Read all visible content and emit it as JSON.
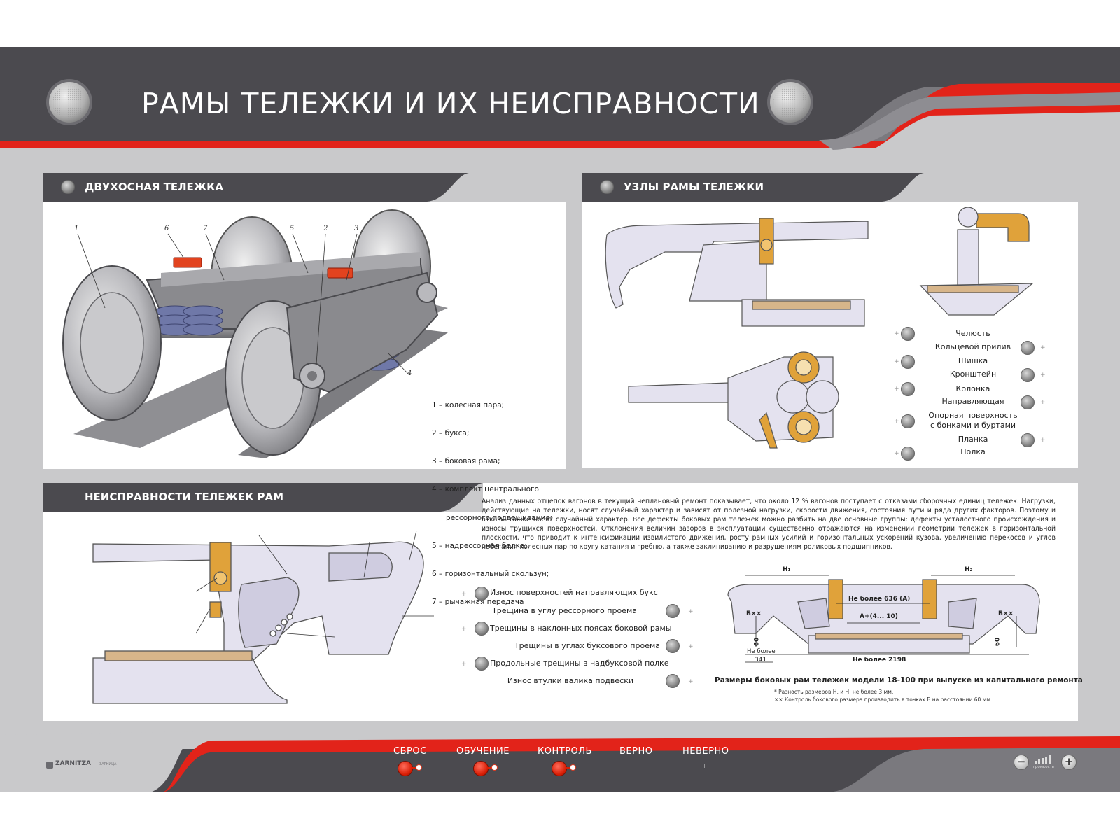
{
  "header": {
    "title": "РАМЫ ТЕЛЕЖКИ И ИХ НЕИСПРАВНОСТИ"
  },
  "panel_bogie": {
    "title": "ДВУХОСНАЯ ТЕЛЕЖКА",
    "callouts": [
      "1",
      "6",
      "7",
      "5",
      "2",
      "3",
      "4"
    ],
    "legend": [
      "1 – колесная пара;",
      "2 – букса;",
      "3 – боковая рама;",
      "4 – комплект центрального",
      "      рессорного подвешивания;",
      "5 – надрессорная балка;",
      "6 – горизонтальный скользун;",
      "7 – рычажная передача"
    ]
  },
  "panel_nodes": {
    "title": "УЗЛЫ РАМЫ ТЕЛЕЖКИ",
    "labels": [
      "Челюсть",
      "Кольцевой прилив",
      "Шишка",
      "Кронштейн",
      "Колонка",
      "Направляющая",
      "Опорная поверхность\nс бонками и буртами",
      "Планка",
      "Полка"
    ]
  },
  "panel_defects": {
    "title": "НЕИСПРАВНОСТИ ТЕЛЕЖЕК РАМ",
    "analysis": "Анализ данных отцепок вагонов в текущий неплановый ремонт показывает, что около 12 % вагонов поступает с отказами сборочных единиц тележек. Нагрузки, действующие на тележки, носят случайный характер и зависят от полезной нагрузки, скорости движения, состояния пути и ряда других факторов. Поэтому и отказы также носят случайный характер. Все дефекты боковых рам тележек можно разбить на две основные группы: дефекты усталостного происхождения и износы трущихся поверхностей. Отклонения величин зазоров в эксплуатации существенно отражаются на изменении геометрии тележек в горизонтальной плоскости, что приводит  к интенсификации извилистого движения, росту рамных усилий и горизонтальных ускорений кузова, увеличению перекосов и углов набегания колесных пар по кругу катания и гребню, а также заклиниванию и разрушениям роликовых подшипников.",
    "defects": [
      "Износ поверхностей направляющих букс",
      "Трещина в углу рессорного проема",
      "Трещины в наклонных поясах боковой рамы",
      "Трещины в углах буксового проема",
      "Продольные трещины в надбуксовой полке",
      "Износ втулки валика подвески"
    ],
    "dimensions": {
      "h1": "H₁",
      "h2": "H₂",
      "max636": "Не более 636 (А)",
      "a_range": "А+(4... 10)",
      "b_left": "Б××",
      "b_right": "Б××",
      "v60_left": "60",
      "v60_right": "60",
      "max_left": "Не более",
      "v341": "341",
      "max2198": "Не более 2198"
    },
    "caption": "Размеры  боковых рам тележек модели 18-100 при выпуске из капитального ремонта",
    "notes": [
      "*    Разность размеров Н, и Н, не более 3 мм.",
      "××   Контроль бокового размера производить в точках Б на расстоянии 60 мм."
    ]
  },
  "footer": {
    "logo": "ZARNITZA",
    "logo_sub": "ЗАРНИЦА",
    "controls": [
      "СБРОС",
      "ОБУЧЕНИЕ",
      "КОНТРОЛЬ",
      "ВЕРНО",
      "НЕВЕРНО"
    ],
    "volume_label": "громкость",
    "volume_minus": "−",
    "volume_plus": "+"
  },
  "colors": {
    "dark": "#4b4a4f",
    "red": "#e2231a",
    "panel_bg": "#c9c9cb",
    "white": "#ffffff"
  }
}
